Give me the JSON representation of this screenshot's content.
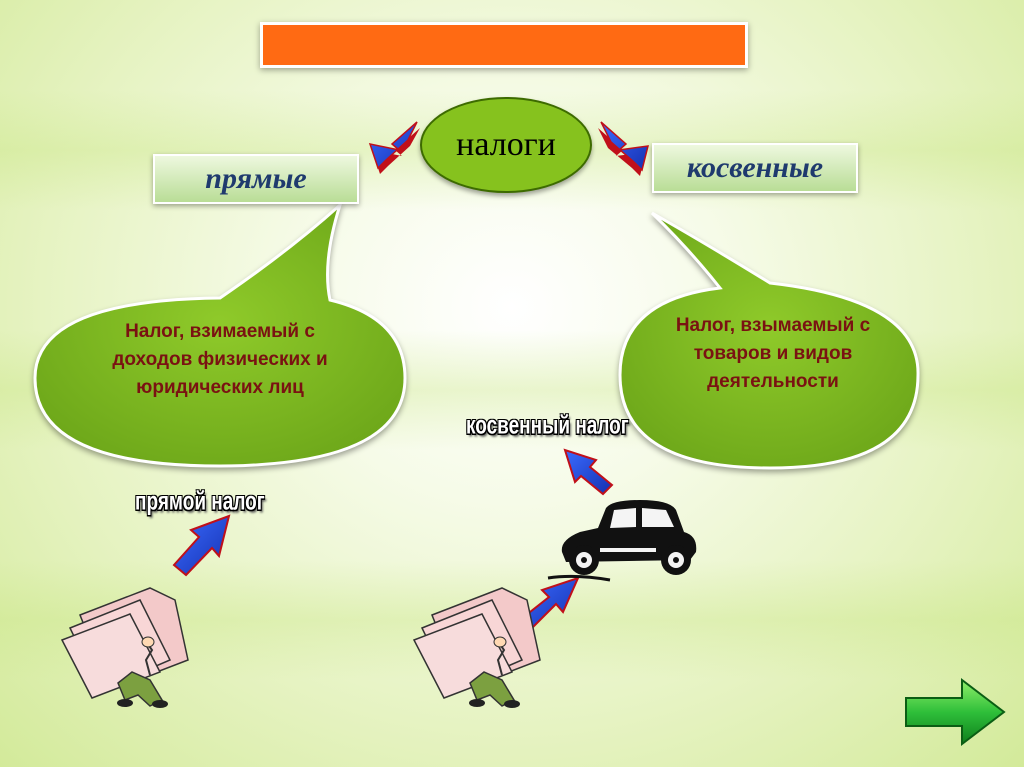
{
  "slide": {
    "center_label": "налоги",
    "direct_label": "прямые",
    "indirect_label": "косвенные",
    "direct_description": "Налог, взимаемый с доходов физических и юридических лиц",
    "indirect_description": "Налог, взымаемый с товаров и видов деятельности",
    "direct_wordart": "прямой налог",
    "indirect_wordart": "косвенный налог"
  },
  "colors": {
    "title_bar": "#ff6a13",
    "ellipse_green": "#86c21e",
    "arrow_blue": "#1f49d9",
    "arrow_red": "#c0101a",
    "label_text": "#1f3a6e",
    "bubble_text": "#7a1212"
  },
  "icons": {
    "next": "green-right-arrow-icon",
    "car": "vintage-car-icon",
    "documents": "person-under-papers-icon"
  }
}
